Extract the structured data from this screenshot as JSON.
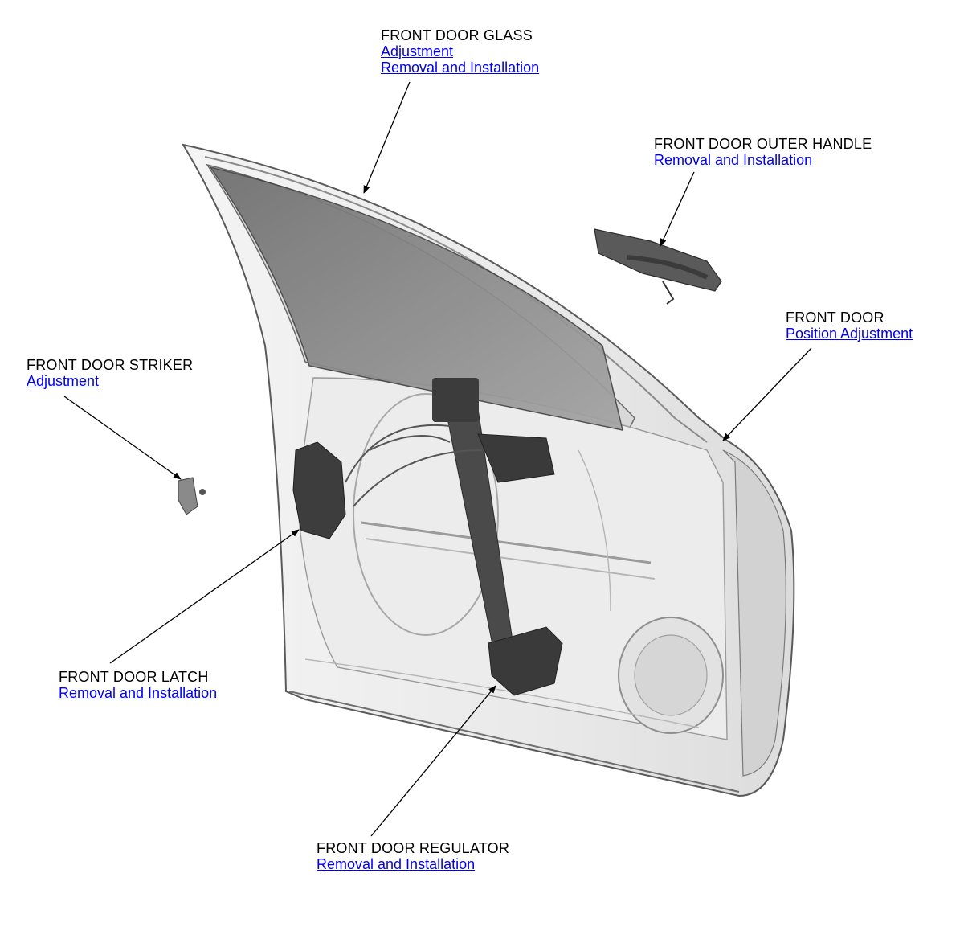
{
  "callouts": {
    "glass": {
      "title": "FRONT DOOR GLASS",
      "links": [
        "Adjustment",
        "Removal and Installation"
      ]
    },
    "handle": {
      "title": "FRONT DOOR OUTER HANDLE",
      "links": [
        "Removal and Installation"
      ]
    },
    "door": {
      "title": "FRONT DOOR",
      "links": [
        "Position Adjustment"
      ]
    },
    "striker": {
      "title": "FRONT DOOR STRIKER",
      "links": [
        "Adjustment"
      ]
    },
    "latch": {
      "title": "FRONT DOOR LATCH",
      "links": [
        "Removal and Installation"
      ]
    },
    "regulator": {
      "title": "FRONT DOOR REGULATOR",
      "links": [
        "Removal and Installation"
      ]
    }
  },
  "colors": {
    "link": "#0000ee",
    "text": "#000000",
    "leader": "#000000"
  }
}
